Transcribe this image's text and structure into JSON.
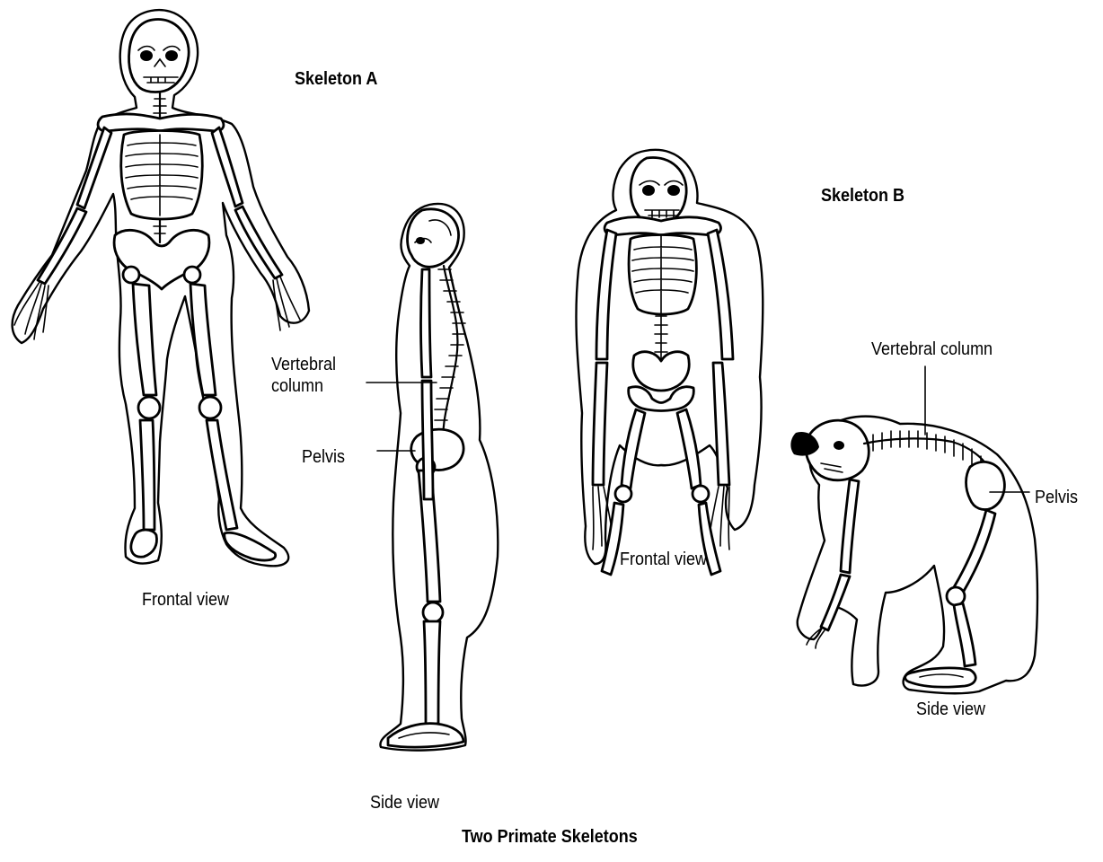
{
  "figure": {
    "title": "Two Primate Skeletons",
    "skeleton_a": {
      "heading": "Skeleton A",
      "frontal_caption": "Frontal view",
      "side_caption": "Side view",
      "labels": {
        "vertebral_column": "Vertebral\ncolumn",
        "pelvis": "Pelvis"
      }
    },
    "skeleton_b": {
      "heading": "Skeleton B",
      "frontal_caption": "Frontal view",
      "side_caption": "Side view",
      "labels": {
        "vertebral_column": "Vertebral column",
        "pelvis": "Pelvis"
      }
    }
  },
  "colors": {
    "ink": "#000000",
    "background": "#ffffff"
  }
}
